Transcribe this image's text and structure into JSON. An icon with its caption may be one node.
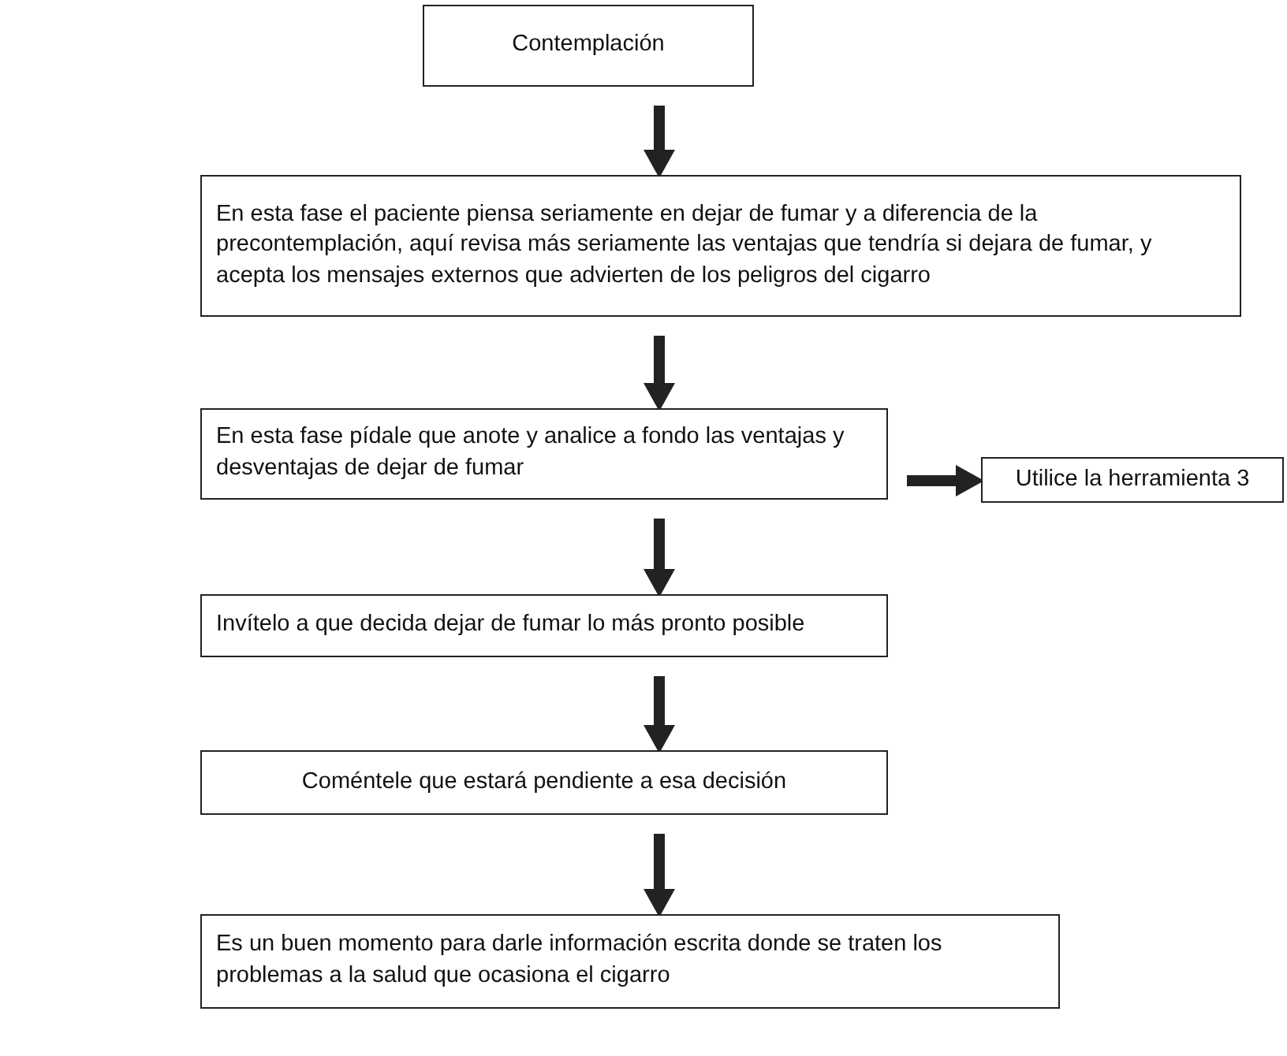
{
  "diagram": {
    "nodes": [
      {
        "text": [
          "Contemplación"
        ]
      },
      {
        "text": [
          "En esta fase el paciente piensa seriamente en dejar de fumar y a diferencia de la precontemplación, aquí revisa más seriamente las ventajas que tendría si dejara de fumar, y acepta los mensajes externos que advierten de los peligros del cigarro"
        ]
      },
      {
        "text": [
          "En esta fase pídale que anote y analice a fondo las ventajas y desventajas de dejar de fumar"
        ]
      },
      {
        "text": [
          "Utilice la herramienta 3"
        ]
      },
      {
        "text": [
          "Invítelo a que decida  dejar de fumar lo más pronto posible"
        ]
      },
      {
        "text": [
          "Coméntele que estará pendiente a esa decisión"
        ]
      },
      {
        "text": [
          "Es un buen momento para darle información escrita donde se traten los problemas a la salud que ocasiona el cigarro"
        ]
      }
    ],
    "edges": [
      {
        "from": 0,
        "to": 1,
        "arrow": "to"
      },
      {
        "from": 1,
        "to": 2,
        "arrow": "to"
      },
      {
        "from": 2,
        "to": 3,
        "arrow": "to"
      },
      {
        "from": 2,
        "to": 4,
        "arrow": "to"
      },
      {
        "from": 4,
        "to": 5,
        "arrow": "to"
      },
      {
        "from": 5,
        "to": 6,
        "arrow": "to"
      }
    ]
  }
}
